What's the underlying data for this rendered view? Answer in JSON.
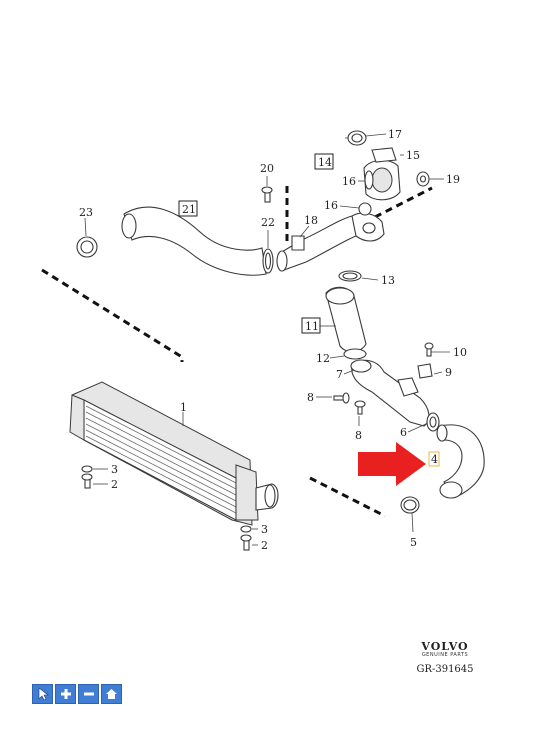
{
  "diagram": {
    "callouts": {
      "c1": "1",
      "c2a": "2",
      "c2b": "2",
      "c3a": "3",
      "c3b": "3",
      "c4": "4",
      "c5": "5",
      "c6": "6",
      "c7": "7",
      "c8a": "8",
      "c8b": "8",
      "c9": "9",
      "c10": "10",
      "c11": "11",
      "c12": "12",
      "c13": "13",
      "c14": "14",
      "c15": "15",
      "c16a": "16",
      "c16b": "16",
      "c17": "17",
      "c18": "18",
      "c19": "19",
      "c20": "20",
      "c21": "21",
      "c22": "22",
      "c23": "23"
    },
    "highlight_color": "#e82020",
    "highlight_box_color": "#e8b84a"
  },
  "logo": {
    "brand": "VOLVO",
    "subtitle": "GENUINE PARTS",
    "reference": "GR-391645"
  },
  "toolbar": {
    "accent": "#3f7ed4",
    "buttons": [
      {
        "icon": "pointer-icon"
      },
      {
        "icon": "zoom-in-icon"
      },
      {
        "icon": "zoom-out-icon"
      },
      {
        "icon": "home-icon"
      }
    ]
  }
}
